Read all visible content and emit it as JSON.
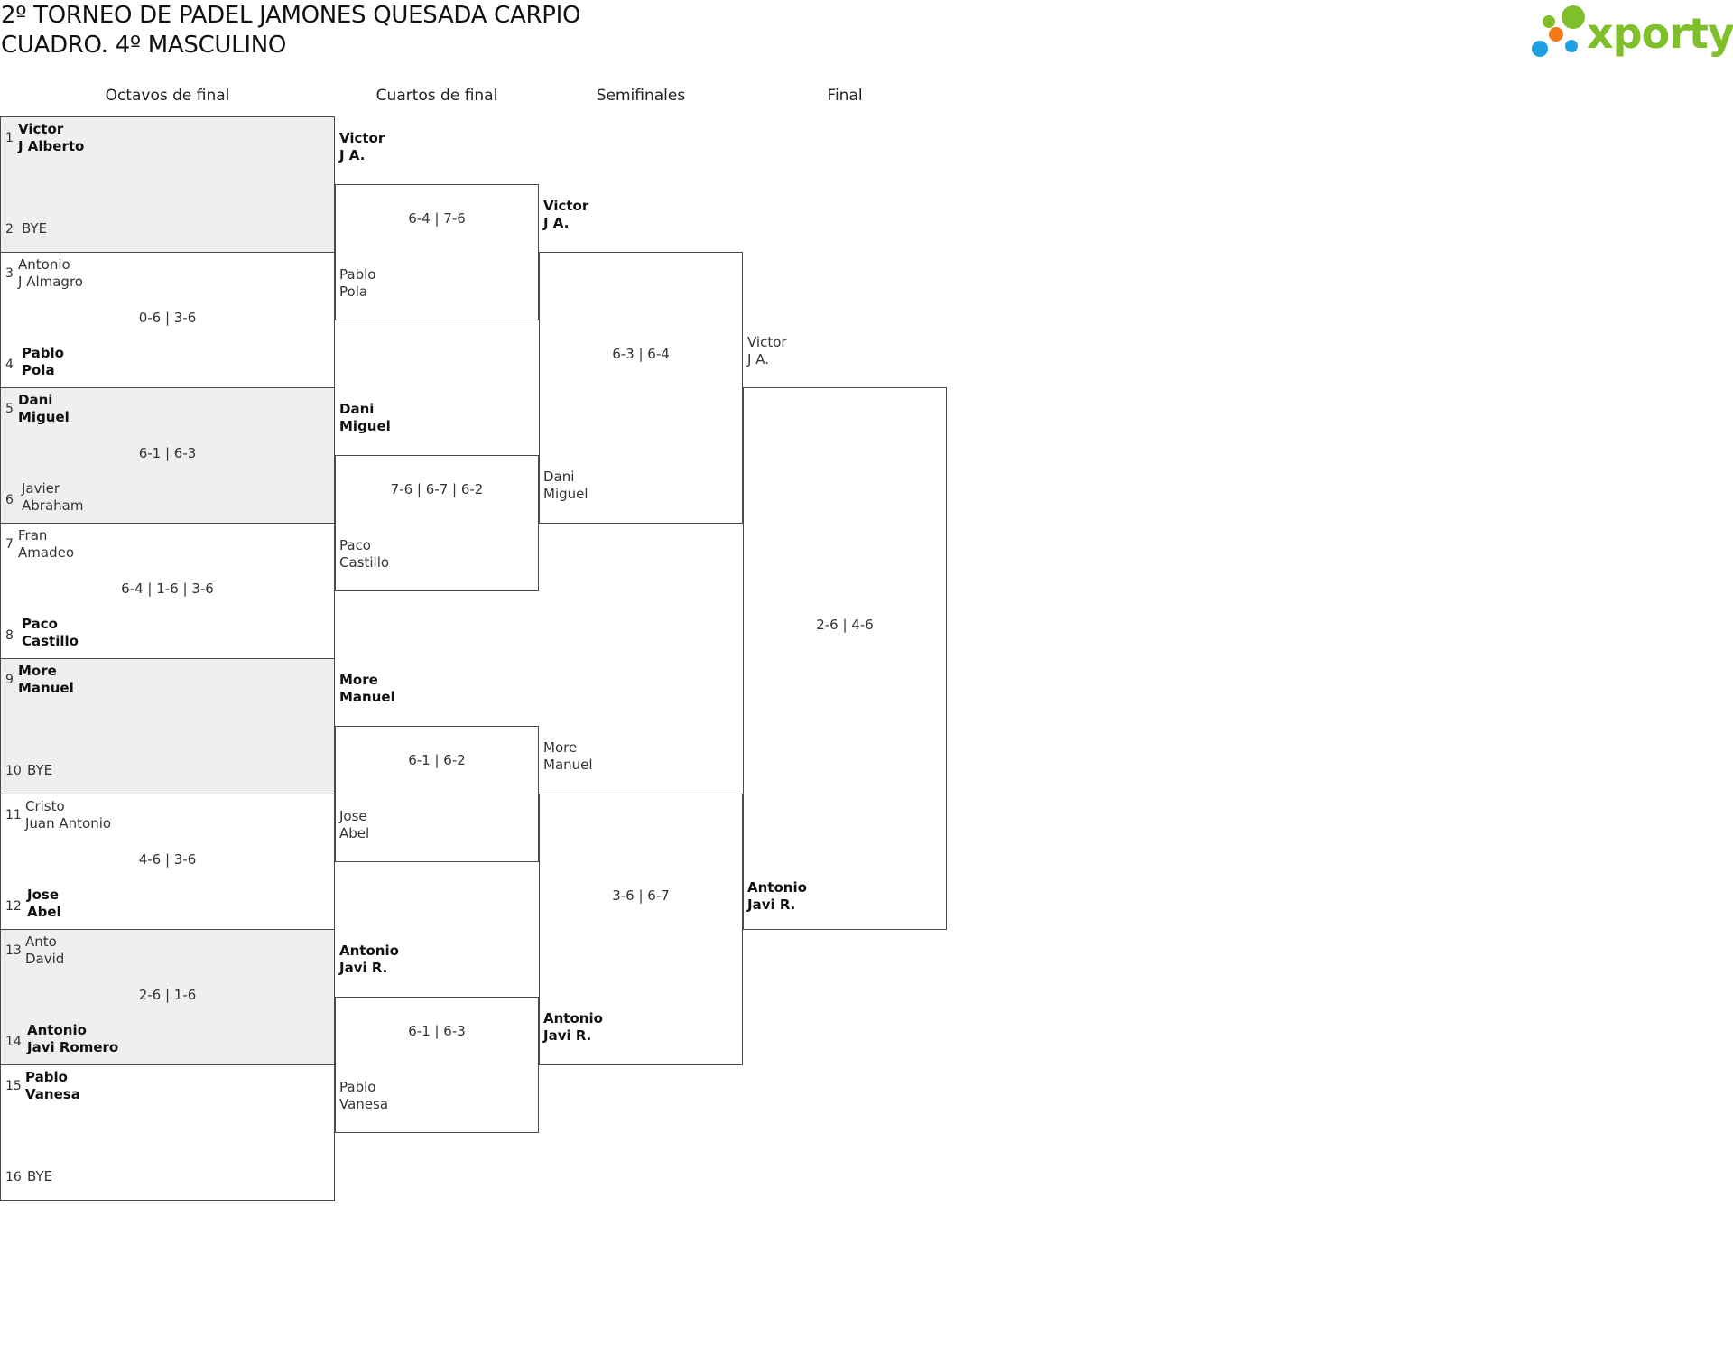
{
  "header": {
    "title": "2º TORNEO DE PADEL JAMONES QUESADA CARPIO",
    "subtitle": "CUADRO. 4º MASCULINO"
  },
  "logo": {
    "text": "xporty",
    "colors": {
      "green": "#7fbf2a",
      "orange": "#f07a1a",
      "blue": "#1ea0e0"
    }
  },
  "rounds": {
    "r16": "Octavos de final",
    "qf": "Cuartos de final",
    "sf": "Semifinales",
    "final": "Final"
  },
  "octavos": [
    {
      "top": {
        "seed": "1",
        "p1": "Victor",
        "p2": "J Alberto",
        "winner": true
      },
      "bottom": {
        "seed": "2",
        "p1": "BYE",
        "p2": "",
        "winner": false
      },
      "score": "",
      "shaded": true
    },
    {
      "top": {
        "seed": "3",
        "p1": "Antonio",
        "p2": "J Almagro",
        "winner": false
      },
      "bottom": {
        "seed": "4",
        "p1": "Pablo",
        "p2": "Pola",
        "winner": true
      },
      "score": "0-6 | 3-6",
      "shaded": false
    },
    {
      "top": {
        "seed": "5",
        "p1": "Dani",
        "p2": "Miguel",
        "winner": true
      },
      "bottom": {
        "seed": "6",
        "p1": "Javier",
        "p2": "Abraham",
        "winner": false
      },
      "score": "6-1 | 6-3",
      "shaded": true
    },
    {
      "top": {
        "seed": "7",
        "p1": "Fran",
        "p2": "Amadeo",
        "winner": false
      },
      "bottom": {
        "seed": "8",
        "p1": "Paco",
        "p2": "Castillo",
        "winner": true
      },
      "score": "6-4 | 1-6 | 3-6",
      "shaded": false
    },
    {
      "top": {
        "seed": "9",
        "p1": "More",
        "p2": "Manuel",
        "winner": true
      },
      "bottom": {
        "seed": "10",
        "p1": "BYE",
        "p2": "",
        "winner": false
      },
      "score": "",
      "shaded": true
    },
    {
      "top": {
        "seed": "11",
        "p1": "Cristo",
        "p2": "Juan Antonio",
        "winner": false
      },
      "bottom": {
        "seed": "12",
        "p1": "Jose",
        "p2": "Abel",
        "winner": true
      },
      "score": "4-6 | 3-6",
      "shaded": false
    },
    {
      "top": {
        "seed": "13",
        "p1": "Anto",
        "p2": "David",
        "winner": false
      },
      "bottom": {
        "seed": "14",
        "p1": "Antonio",
        "p2": "Javi Romero",
        "winner": true
      },
      "score": "2-6 | 1-6",
      "shaded": true
    },
    {
      "top": {
        "seed": "15",
        "p1": "Pablo",
        "p2": "Vanesa",
        "winner": true
      },
      "bottom": {
        "seed": "16",
        "p1": "BYE",
        "p2": "",
        "winner": false
      },
      "score": "",
      "shaded": false
    }
  ],
  "cuartos": [
    {
      "top": {
        "p1": "Victor",
        "p2": "J A.",
        "winner": true
      },
      "bottom": {
        "p1": "Pablo",
        "p2": "Pola",
        "winner": false
      },
      "score": "6-4 | 7-6"
    },
    {
      "top": {
        "p1": "Dani",
        "p2": "Miguel",
        "winner": true
      },
      "bottom": {
        "p1": "Paco",
        "p2": "Castillo",
        "winner": false
      },
      "score": "7-6 | 6-7 | 6-2"
    },
    {
      "top": {
        "p1": "More",
        "p2": "Manuel",
        "winner": true
      },
      "bottom": {
        "p1": "Jose",
        "p2": "Abel",
        "winner": false
      },
      "score": "6-1 | 6-2"
    },
    {
      "top": {
        "p1": "Antonio",
        "p2": "Javi R.",
        "winner": true
      },
      "bottom": {
        "p1": "Pablo",
        "p2": "Vanesa",
        "winner": false
      },
      "score": "6-1 | 6-3"
    }
  ],
  "semifinales": [
    {
      "top": {
        "p1": "Victor",
        "p2": "J A.",
        "winner": true
      },
      "bottom": {
        "p1": "Dani",
        "p2": "Miguel",
        "winner": false
      },
      "score": "6-3 | 6-4"
    },
    {
      "top": {
        "p1": "More",
        "p2": "Manuel",
        "winner": false
      },
      "bottom": {
        "p1": "Antonio",
        "p2": "Javi R.",
        "winner": true
      },
      "score": "3-6 | 6-7"
    }
  ],
  "final": {
    "top": {
      "p1": "Victor",
      "p2": "J A.",
      "winner": false
    },
    "bottom": {
      "p1": "Antonio",
      "p2": "Javi R.",
      "winner": true
    },
    "score": "2-6 | 4-6"
  }
}
